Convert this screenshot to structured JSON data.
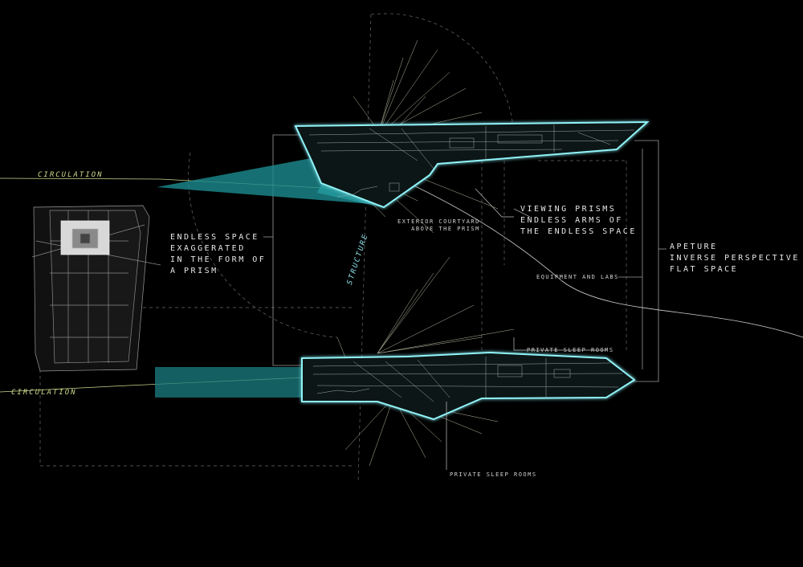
{
  "labels": {
    "circulation_top": "CIRCULATION",
    "circulation_bottom": "CIRCULATION",
    "endless_space": "ENDLESS SPACE\nEXAGGERATED\nIN THE FORM OF\nA PRISM",
    "structure": "STRUCTURE",
    "exterior_courtyard": "EXTERIOR COURTYARD\nABOVE THE PRISM",
    "viewing_prisms": "VIEWING PRISMS\nENDLESS ARMS OF\nTHE ENDLESS SPACE",
    "equipment_labs": "EQUIPMENT AND LABS",
    "apeture": "APETURE\nINVERSE PERSPECTIVE\nFLAT SPACE",
    "private_sleep_upper": "PRIVATE SLEEP ROOMS",
    "private_sleep_lower": "PRIVATE SLEEP ROOMS"
  },
  "colors": {
    "background": "#000000",
    "prism_outline": "#8ff3f8",
    "prism_fill": "#1d8c8f",
    "circulation": "#c9d98a",
    "linework": "#bfbfbf",
    "dashed": "#7a7a7a"
  }
}
